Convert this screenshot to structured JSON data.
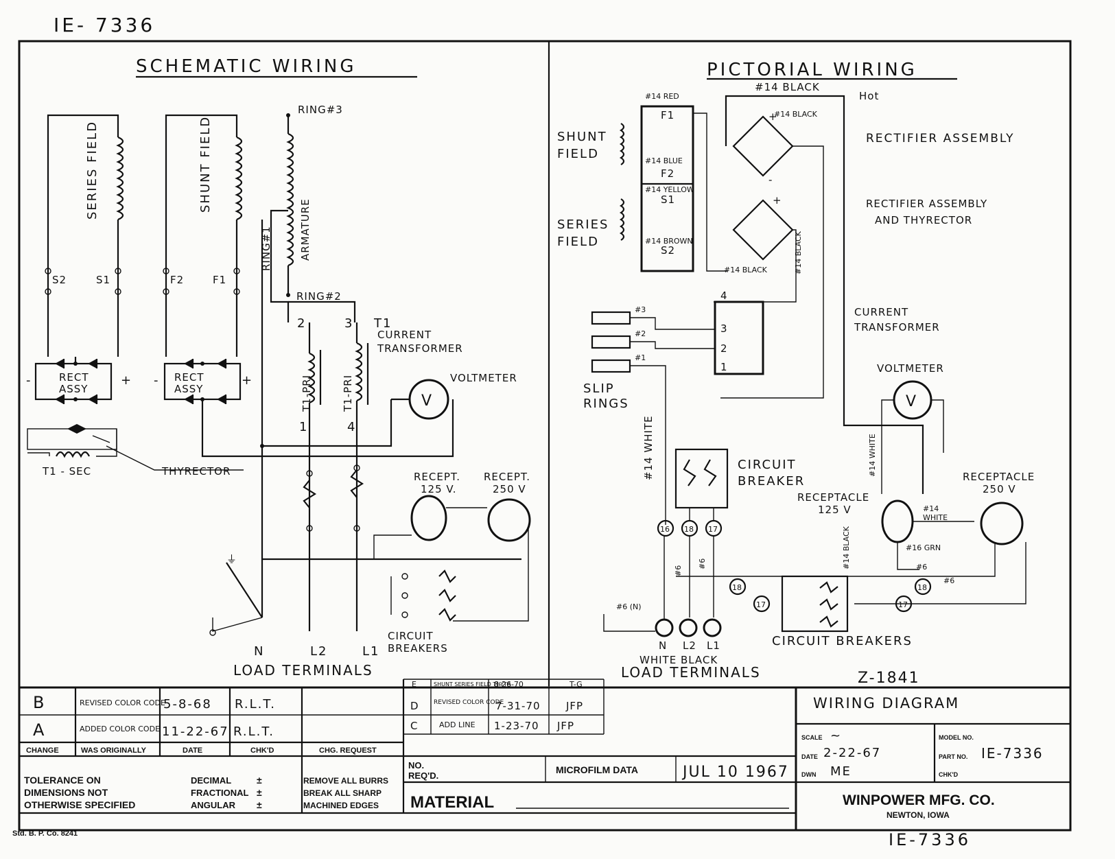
{
  "drawing_number_top": "IE- 7336",
  "drawing_number_bottom": "IE-7336",
  "schematic": {
    "title": "SCHEMATIC WIRING",
    "series_field": "SERIES FIELD",
    "shunt_field": "SHUNT FIELD",
    "armature": "ARMATURE",
    "ring3": "RING#3",
    "ring1": "RING#1",
    "ring2": "RING#2",
    "s2": "S2",
    "s1": "S1",
    "f2": "F2",
    "f1": "F1",
    "num2": "2",
    "num3": "3",
    "num1": "1",
    "num4": "4",
    "t1": "T1",
    "current_transformer": [
      "CURRENT",
      "TRANSFORMER"
    ],
    "rect_assy": [
      "RECT",
      "ASSY"
    ],
    "minus": "-",
    "plus": "+",
    "t1_pri": "T1-PRI",
    "t1_sec": "T1 - SEC",
    "thyrector": "THYRECTOR",
    "voltmeter": "VOLTMETER",
    "v": "V",
    "recept_125": [
      "RECEPT.",
      "125 V."
    ],
    "recept_250": [
      "RECEPT.",
      "250 V"
    ],
    "circuit_breakers": [
      "CIRCUIT",
      "BREAKERS"
    ],
    "n": "N",
    "l2": "L2",
    "l1": "L1",
    "load_terminals": "LOAD  TERMINALS"
  },
  "pictorial": {
    "title": "PICTORIAL WIRING",
    "black14_top": "#14 BLACK",
    "black14_2": "#14 BLACK",
    "hot": "Hot",
    "red14": "#14 RED",
    "blue14": "#14 BLUE",
    "yellow14": "#14 YELLOW",
    "brown14": "#14 BROWN",
    "black14_a": "#14 BLACK",
    "black14_b": "#14 BLACK",
    "f1": "F1",
    "f2": "F2",
    "s1": "S1",
    "s2": "S2",
    "shunt_field": [
      "SHUNT",
      "FIELD"
    ],
    "series_field": [
      "SERIES",
      "FIELD"
    ],
    "rectifier_assembly": "RECTIFIER  ASSEMBLY",
    "rectifier_thyrector": [
      "RECTIFIER  ASSEMBLY",
      "AND  THYRECTOR"
    ],
    "current_transformer": [
      "CURRENT",
      "TRANSFORMER"
    ],
    "voltmeter": "VOLTMETER",
    "v": "V",
    "ring3": "#3",
    "ring2": "#2",
    "ring1": "#1",
    "slip_rings": [
      "SLIP",
      "RINGS"
    ],
    "white14": "#14 WHITE",
    "white14_b": "#14 WHITE",
    "white14_c": [
      "#14",
      "WHITE"
    ],
    "black14_c": "#14 BLACK",
    "black14_d": "#14 BLACK",
    "grn16": "#16 GRN",
    "circuit_breaker": [
      "CIRCUIT",
      "BREAKER"
    ],
    "receptacle_125": [
      "RECEPTACLE",
      "125 V"
    ],
    "receptacle_250": [
      "RECEPTACLE",
      "250 V"
    ],
    "t16": "16",
    "t18": "18",
    "t17": "17",
    "n6": "#6 (N)",
    "g6a": "#6",
    "g6b": "#6",
    "g6c": "#6",
    "g6d": "#6",
    "circuit_breakers": "CIRCUIT  BREAKERS",
    "n": "N",
    "l2": "L2",
    "l1": "L1",
    "white_black": "WHITE  BLACK",
    "load_terminals": "LOAD  TERMINALS",
    "z_number": "Z-1841",
    "ct4": "4",
    "ct3": "3",
    "ct2": "2",
    "ct1": "1"
  },
  "revisions": [
    {
      "change": "B",
      "was": "REVISED COLOR CODE",
      "date": "5-8-68",
      "chkd": "R.L.T."
    },
    {
      "change": "A",
      "was": "ADDED COLOR CODE",
      "date": "11-22-67",
      "chkd": "R.L.T."
    }
  ],
  "revisions_mid": [
    {
      "change": "E",
      "was": "SHUNT SERIES FIELD THYTR",
      "date": "8-26-70",
      "chkd": "T-G"
    },
    {
      "change": "D",
      "was": "REVISED COLOR CODE",
      "date": "7-31-70",
      "chkd": "JFP"
    },
    {
      "change": "C",
      "was": "ADD LINE",
      "date": "1-23-70",
      "chkd": "JFP"
    }
  ],
  "rev_headers": {
    "change": "CHANGE",
    "was": "WAS ORIGINALLY",
    "date": "DATE",
    "chkd": "CHK'D",
    "req": "CHG. REQUEST"
  },
  "tolerance": {
    "label": [
      "TOLERANCE ON",
      "DIMENSIONS NOT",
      "OTHERWISE SPECIFIED"
    ],
    "types": [
      "DECIMAL",
      "FRACTIONAL",
      "ANGULAR"
    ],
    "pm": "±",
    "burrs": [
      "REMOVE ALL BURRS",
      "BREAK ALL SHARP",
      "MACHINED EDGES"
    ]
  },
  "no_reqd": [
    "NO.",
    "REQ'D."
  ],
  "microfilm": "MICROFILM DATA",
  "microfilm_date": "JUL 10 1967",
  "material": "MATERIAL",
  "title_block": {
    "title": "WIRING DIAGRAM",
    "scale_label": "SCALE",
    "scale": "~",
    "date_label": "DATE",
    "date": "2-22-67",
    "dwn_label": "DWN",
    "dwn": "ME",
    "model_label": "MODEL NO.",
    "part_label": "PART NO.",
    "part": "IE-7336",
    "chkd_label": "CHK'D",
    "company": "WINPOWER MFG. CO.",
    "city": "NEWTON, IOWA"
  },
  "std": "Std. B. P. Co. 8241"
}
